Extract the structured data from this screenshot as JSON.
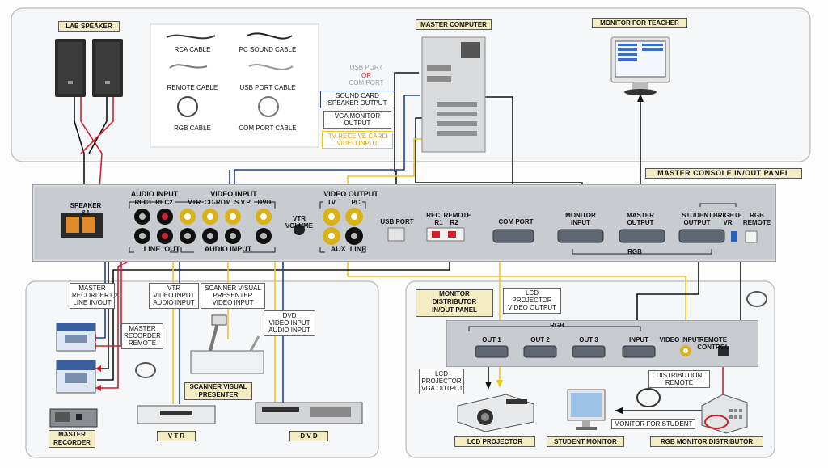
{
  "devices": {
    "lab_speaker": "LAB SPEAKER",
    "master_computer": "MASTER COMPUTER",
    "monitor_for_teacher": "MONITOR FOR TEACHER",
    "master_console_panel": "MASTER CONSOLE IN/OUT PANEL",
    "monitor_distributor_panel": "MONITOR\nDISTRIBUTOR\nIN/OUT PANEL",
    "master_recorder": "MASTER\nRECORDER",
    "vtr": "V T R",
    "dvd": "D V D",
    "scanner_visual_presenter": "SCANNER VISUAL\nPRESENTER",
    "lcd_projector": "LCD PROJECTOR",
    "student_monitor": "STUDENT MONITOR",
    "rgb_monitor_distributor": "RGB MONITOR DISTRIBUTOR",
    "monitor_for_student": "MONITOR FOR STUDENT"
  },
  "cables": [
    "RCA CABLE",
    "PC SOUND CABLE",
    "REMOTE CABLE",
    "USB PORT CABLE",
    "RGB CABLE",
    "COM PORT CABLE"
  ],
  "computer_ports": {
    "usb_port": "USB PORT",
    "or": "OR",
    "com_port": "COM PORT",
    "sound_card": "SOUND CARD\nSPEAKER OUTPUT",
    "vga_monitor": "VGA MONITOR\nOUTPUT",
    "tv_receive": "TV RECEIVE CARD\nVIDEO INPUT"
  },
  "console_labels": {
    "speaker": "SPEAKER\n&1",
    "audio_input_top": "AUDIO INPUT",
    "rec1_rec2": "REC1  REC2",
    "video_input": "VIDEO INPUT",
    "vtr_cd_rom_svp": "VTR  CD-ROM  S.V.P",
    "dvd": "DVD",
    "vtr_volume": "VTR\nVOLUME",
    "video_output": "VIDEO OUTPUT",
    "tv": "TV",
    "pc": "PC",
    "usb_port": "USB PORT",
    "rec_remote": "REC  REMOTE",
    "r1_r2": "R1    R2",
    "com_port": "COM PORT",
    "monitor_input": "MONITOR\nINPUT",
    "master_output": "MASTER\nOUTPUT",
    "student_output": "STUDENT\nOUTPUT",
    "bright_vr": "BRIGHTE\nVR",
    "rgb_remote": "RGB\nREMOTE",
    "line_out": "LINE  OUT",
    "audio_input_bottom": "AUDIO INPUT",
    "aux_line": "AUX  LINE",
    "rgb": "RGB"
  },
  "callouts": {
    "master_recorder_line": "MASTER\nRECORDER1,2\nLINE IN/OUT",
    "master_recorder_remote": "MASTER\nRECORDER\nREMOTE",
    "vtr_io": "VTR\nVIDEO INPUT\nAUDIO INPUT",
    "svp_io": "SCANNER VISUAL\nPRESENTER\nVIDEO INPUT",
    "dvd_io": "DVD\nVIDEO INPUT\nAUDIO INPUT",
    "lcd_projector_video": "LCD\nPROJECTOR\nVIDEO OUTPUT",
    "lcd_projector_vga": "LCD\nPROJECTOR\nVGA OUTPUT",
    "distribution_remote": "DISTRIBUTION\nREMOTE"
  },
  "distributor_labels": {
    "rgb": "RGB",
    "out1": "OUT 1",
    "out2": "OUT 2",
    "out3": "OUT 3",
    "input": "INPUT",
    "video_input": "VIDEO INPUT",
    "remote_control": "REMOTE\nCONTROL"
  },
  "colors": {
    "wire_black": "#111111",
    "wire_blue": "#1f3f9a",
    "wire_yellow": "#f2c81c",
    "wire_red": "#d3202a",
    "panel": "#c8cbd0",
    "tag_bg": "#f4ecc2",
    "blue_device": "#3a5f9e"
  }
}
